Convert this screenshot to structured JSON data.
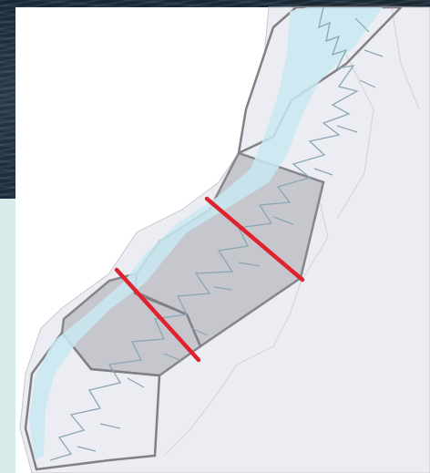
{
  "scene": {
    "background_photo": "dark-sea-water-photo",
    "map_type": "coastal-zone-map",
    "colors": {
      "sea_photo": "#243644",
      "side_panel": "#d7ece8",
      "land": "#ecedf2",
      "coastal_band": "#c9e8f2",
      "highlighted_zone": "#c3c6cc",
      "zone_outline": "#7f8185",
      "coastline": "#8aa6b4",
      "boundary_lines": "#e0222e"
    }
  },
  "map": {
    "zones": [
      {
        "name": "northern-zone",
        "highlighted": false
      },
      {
        "name": "middle-zone",
        "highlighted": true
      },
      {
        "name": "lower-middle-zone",
        "highlighted": true
      },
      {
        "name": "southern-zone",
        "highlighted": false
      }
    ],
    "boundary_markers": [
      {
        "name": "upper-boundary-line",
        "color": "#e0222e"
      },
      {
        "name": "lower-boundary-line",
        "color": "#e0222e"
      }
    ]
  }
}
